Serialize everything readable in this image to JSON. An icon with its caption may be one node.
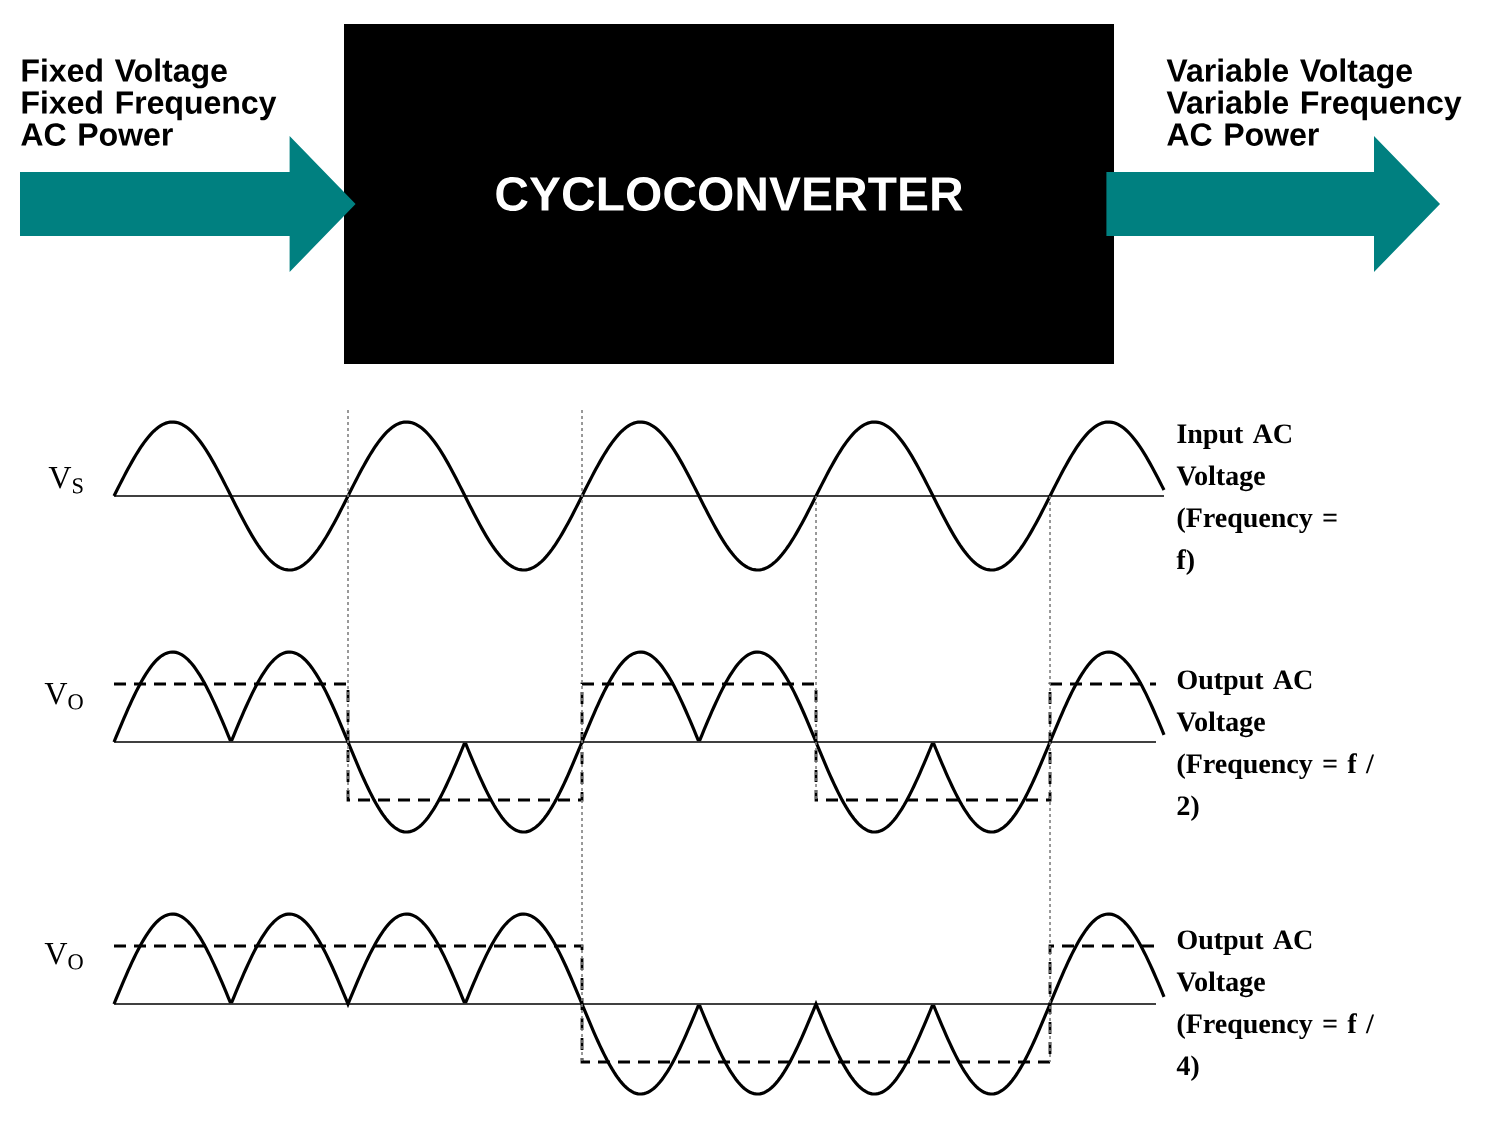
{
  "diagram": {
    "nodes": [
      {
        "text": [
          "Fixed Voltage Fixed Frequency AC Power"
        ]
      },
      {
        "text": [
          "CYCLOCONVERTER"
        ]
      },
      {
        "text": [
          "Variable Voltage Variable Frequency AC Power"
        ]
      }
    ],
    "edges": [
      {
        "from": 0,
        "to": 1,
        "arrow": "to"
      },
      {
        "from": 1,
        "to": 2,
        "arrow": "to"
      }
    ],
    "labels": [
      "V$_{S}$",
      "Input AC Voltage (Frequency = f)",
      "V$_{O}$",
      "Output AC Voltage (Frequency = f / 2)",
      "V$_{O}$",
      "Output AC Voltage (Frequency = f / 4)"
    ]
  }
}
